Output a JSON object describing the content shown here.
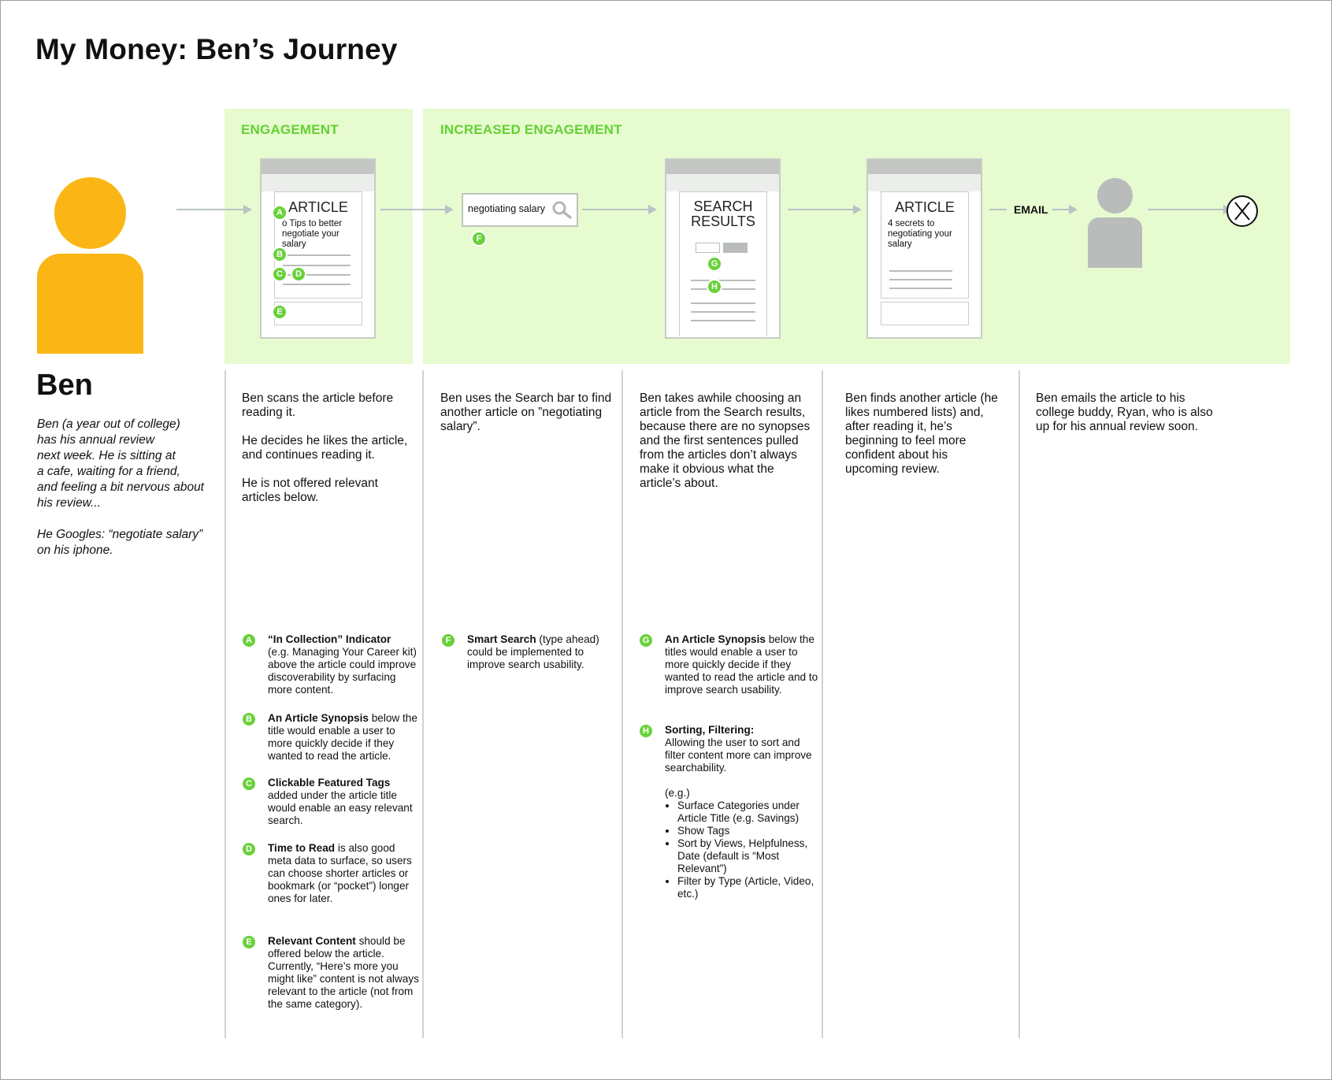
{
  "title": "My Money: Ben’s Journey",
  "colors": {
    "band": "#e7fbd0",
    "band_label": "#63d132",
    "badge": "#69d13a",
    "persona": "#fbb616",
    "secondary_persona": "#b9bcbb"
  },
  "bands": {
    "engagement": "ENGAGEMENT",
    "increased": "INCREASED ENGAGEMENT"
  },
  "persona": {
    "name": "Ben",
    "description": "Ben (a year out of college)\nhas his annual review\nnext week. He is sitting at\na cafe, waiting for a friend,\nand feeling a bit nervous about\nhis review...",
    "google": "He Googles: “negotiate salary”\non his iphone."
  },
  "screens": {
    "article1": {
      "title": "ARTICLE",
      "subtitle": "o Tips to better negotiate your salary"
    },
    "search": {
      "text": "negotiating salary",
      "icon": "search-icon"
    },
    "results": {
      "title": "SEARCH RESULTS"
    },
    "article2": {
      "title": "ARTICLE",
      "subtitle": "4 secrets to negotiating your salary"
    },
    "email_label": "EMAIL",
    "end_icon": "close-circle-icon"
  },
  "badges": {
    "a": "A",
    "b": "B",
    "c": "C",
    "d": "D",
    "e": "E",
    "f": "F",
    "g": "G",
    "h": "H"
  },
  "columns": {
    "c1": [
      "Ben scans the article before reading it.",
      "He decides he likes the article, and continues reading it.",
      "He is not offered relevant articles below."
    ],
    "c2": [
      "Ben uses the Search bar to find another article on ”negotiating salary”."
    ],
    "c3": [
      "Ben takes awhile choosing an article from the Search results, because there are no synopses and the first sentences pulled from the articles don’t always make it obvious what the article’s about."
    ],
    "c4": [
      "Ben finds another article (he likes numbered lists) and, after reading it, he’s beginning to feel more confident about his upcoming review."
    ],
    "c5": [
      "Ben emails the article to his college buddy, Ryan, who is also up for his annual review soon."
    ]
  },
  "notes": {
    "a": {
      "bold": "“In Collection” Indicator",
      "rest": "(e.g. Managing Your Career kit) above the article could improve discoverability by surfacing more content."
    },
    "b": {
      "bold": "An Article Synopsis",
      "rest": " below the title would enable a user to more quickly decide if they wanted to read the article."
    },
    "c": {
      "bold": "Clickable Featured Tags",
      "rest": "added under the article title would enable an easy relevant search."
    },
    "d": {
      "bold": "Time to Read",
      "rest": " is also good meta data to surface, so users can choose shorter articles or bookmark (or “pocket”) longer ones for later."
    },
    "e": {
      "bold": "Relevant Content",
      "rest": " should be offered below the article. Currently, “Here’s more you might like” content is not always relevant to the article (not from the same category)."
    },
    "f": {
      "bold": "Smart Search",
      "rest": " (type ahead) could be implemented to improve search usability."
    },
    "g": {
      "bold": "An Article Synopsis",
      "rest": " below the titles would enable a user to more quickly decide if they wanted to read the article and to improve search usability."
    },
    "h": {
      "bold": "Sorting, Filtering:",
      "rest": "Allowing the user to sort and filter content more can improve searchability.",
      "eg": "(e.g.)",
      "items": [
        "Surface Categories under Article Title (e.g. Savings)",
        "Show Tags",
        "Sort by Views, Helpfulness, Date (default is “Most Relevant”)",
        "Filter by Type (Article, Video, etc.)"
      ]
    }
  }
}
